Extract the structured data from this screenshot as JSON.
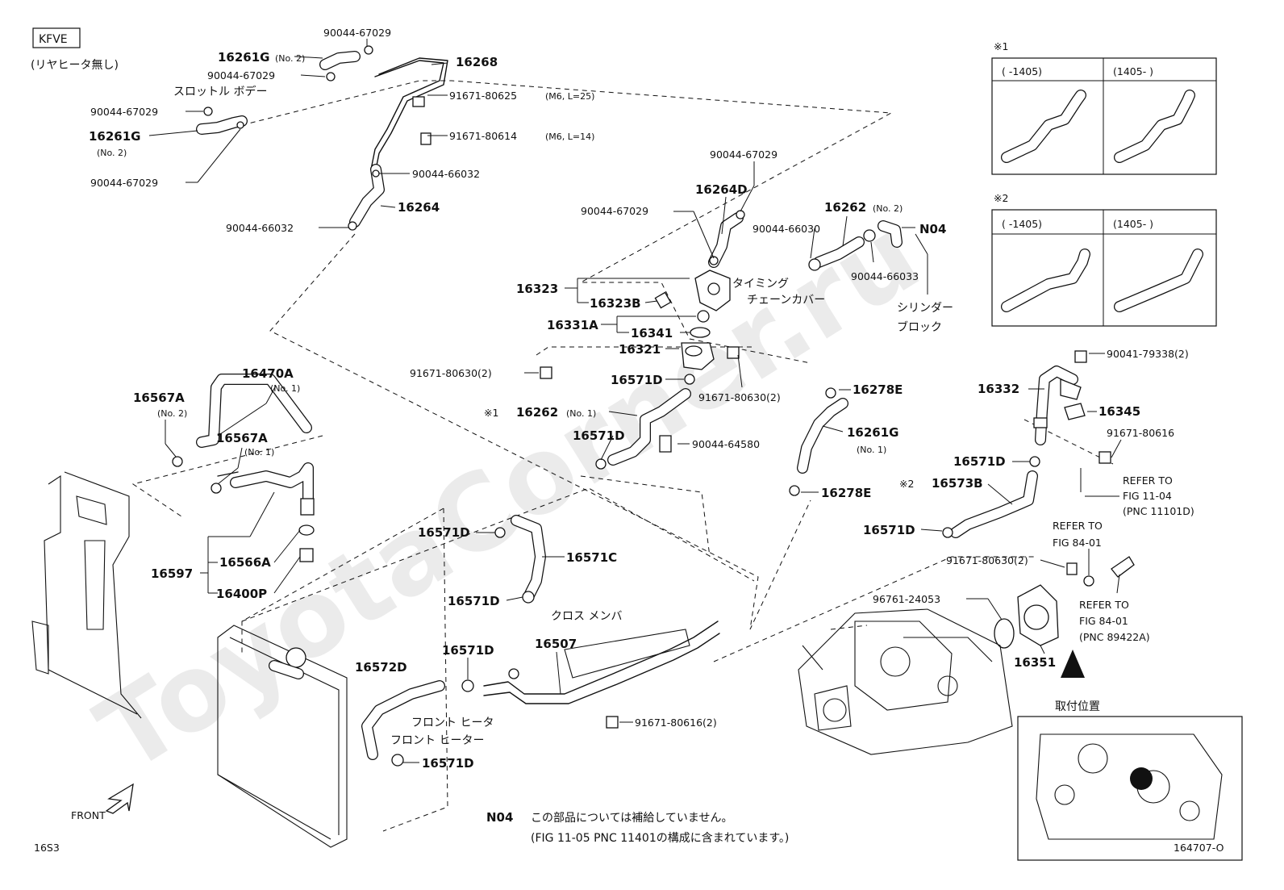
{
  "engine_box": "KFVE",
  "engine_note": "(リヤヒータ無し)",
  "watermark": "ToyotaCorner.ru",
  "front_label": "FRONT",
  "page_code": "16S3",
  "figure_code": "164707-O",
  "legend": {
    "note1_marker": "※1",
    "note2_marker": "※2",
    "table_left": "(  -1405)",
    "table_right": "(1405-  )"
  },
  "notes": {
    "n04_code": "N04",
    "n04_text": "この部品については補給していません。",
    "n04_subtext": "(FIG 11-05 PNC 11401の構成に含まれています。)"
  },
  "labels": {
    "throttle_body": "スロットル ボデー",
    "timing_chain_cover_1": "タイミング",
    "timing_chain_cover_2": "チェーンカバー",
    "cylinder_block_1": "シリンダー",
    "cylinder_block_2": "ブロック",
    "cross_member": "クロス メンバ",
    "front_heater_1": "フロント ヒータ",
    "front_heater_2": "フロント ヒーター",
    "mounting_position": "取付位置",
    "refer_1104_a": "REFER TO",
    "refer_1104_b": "FIG 11-04",
    "refer_1104_c": "(PNC 11101D)",
    "refer_8401_a": "REFER TO",
    "refer_8401_b": "FIG 84-01",
    "refer_8401p_a": "REFER TO",
    "refer_8401p_b": "FIG 84-01",
    "refer_8401p_c": "(PNC 89422A)"
  },
  "parts": {
    "p90044_67029_top": "90044-67029",
    "p16261G_no2_top": "16261G",
    "p16261G_no2_top_sub": "(No. 2)",
    "p16268": "16268",
    "p90044_67029_b": "90044-67029",
    "p91671_80625": "91671-80625",
    "p91671_80625_sub": "(M6, L=25)",
    "p90044_67029_c": "90044-67029",
    "p16261G_main": "16261G",
    "p16261G_main_sub": "(No. 2)",
    "p91671_80614": "91671-80614",
    "p91671_80614_sub": "(M6, L=14)",
    "p90044_67029_d": "90044-67029",
    "p90044_66032_a": "90044-66032",
    "p16264": "16264",
    "p90044_66032_b": "90044-66032",
    "p90044_67029_e": "90044-67029",
    "p16264D": "16264D",
    "p90044_67029_f": "90044-67029",
    "p16262_no2": "16262",
    "p16262_no2_sub": "(No. 2)",
    "p90044_66030": "90044-66030",
    "p90044_66033": "90044-66033",
    "p16323": "16323",
    "p16323B": "16323B",
    "p16331A": "16331A",
    "p16341": "16341",
    "p16321": "16321",
    "p91671_80630_a": "91671-80630(2)",
    "p16571D_a": "16571D",
    "p91671_80630_b": "91671-80630(2)",
    "p16262_no1": "16262",
    "p16262_no1_sub": "(No. 1)",
    "p16571D_b": "16571D",
    "p90044_64580": "90044-64580",
    "p16278E_a": "16278E",
    "p16261G_no1": "16261G",
    "p16261G_no1_sub": "(No. 1)",
    "p16278E_b": "16278E",
    "p16470A": "16470A",
    "p16470A_sub": "(No. 1)",
    "p16567A_no2": "16567A",
    "p16567A_no2_sub": "(No. 2)",
    "p16567A_no1": "16567A",
    "p16567A_no1_sub": "(No. 1)",
    "p16597": "16597",
    "p16566A": "16566A",
    "p16400P": "16400P",
    "p16571D_c": "16571D",
    "p16571C": "16571C",
    "p16571D_d": "16571D",
    "p16507": "16507",
    "p16571D_e": "16571D",
    "p16572D": "16572D",
    "p16571D_f": "16571D",
    "p91671_80616_2": "91671-80616(2)",
    "p16332": "16332",
    "p90041_79338": "90041-79338(2)",
    "p16345": "16345",
    "p91671_80616": "91671-80616",
    "p16571D_g": "16571D",
    "p16573B": "16573B",
    "p16571D_h": "16571D",
    "p91671_80630_c": "91671-80630(2)",
    "p96761_24053": "96761-24053",
    "p16351": "16351"
  }
}
